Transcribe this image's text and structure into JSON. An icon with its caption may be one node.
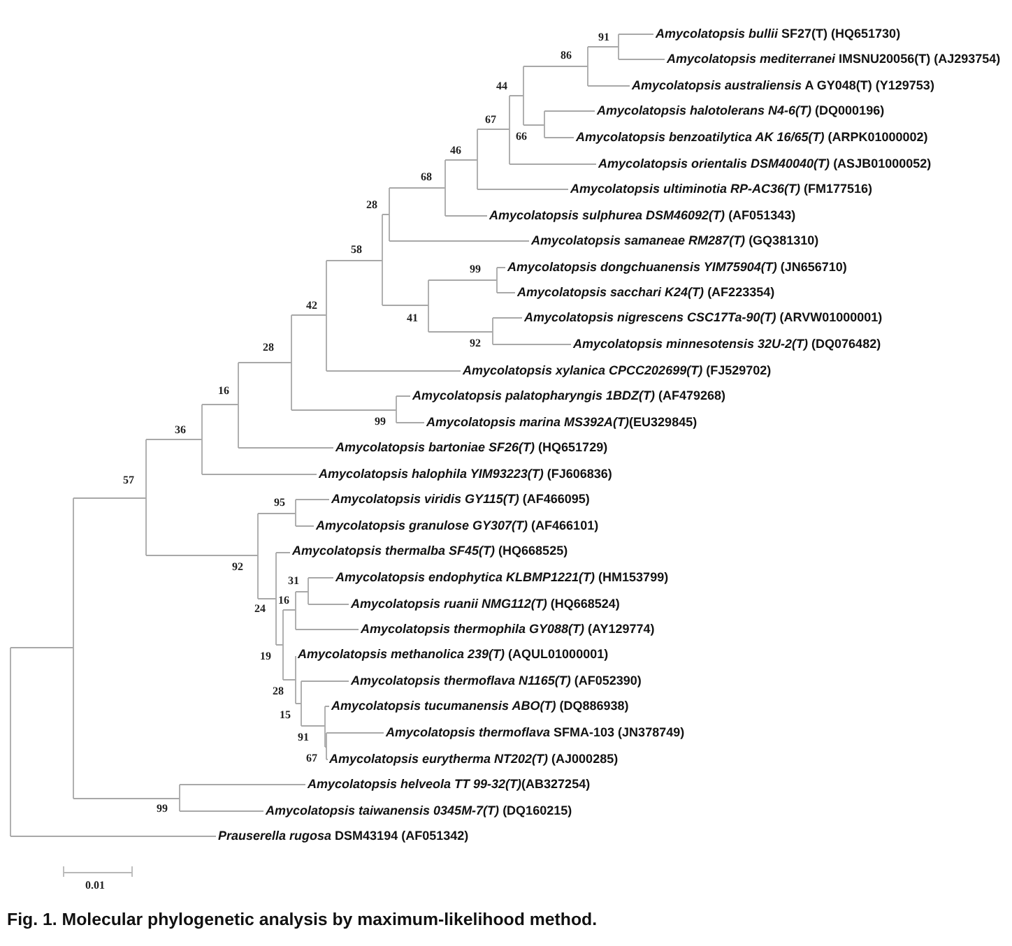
{
  "diagram": {
    "caption": "Fig. 1. Molecular phylogenetic analysis by maximum-likelihood method.",
    "labels": [
      "91",
      "*Amycolatopsis bullii* SF27(T) (HQ651730)",
      "86",
      "*Amycolatopsis mediterranei* IMSNU20056(T) (AJ293754)",
      "44",
      "*Amycolatopsis australiensis* A GY048(T) (Y129753)",
      "*Amycolatopsis halotolerans N4-6(T)* (DQ000196)",
      "67",
      "66",
      "*Amycolatopsis benzoatilytica AK 16/65(T)* (ARPK01000002)",
      "46",
      "*Amycolatopsis orientalis DSM40040(T)* (ASJB01000052)",
      "68",
      "*Amycolatopsis ultiminotia RP-AC36(T)* (FM177516)",
      "28",
      "*Amycolatopsis sulphurea DSM46092(T)* (AF051343)",
      "*Amycolatopsis samaneae RM287(T)* (GQ381310)",
      "58",
      "99",
      "*Amycolatopsis dongchuanensis YIM75904(T)* (JN656710)",
      "*Amycolatopsis sacchari K24(T)* (AF223354)",
      "42",
      "41",
      "*Amycolatopsis nigrescens CSC17Ta-90(T)* (ARVW01000001)",
      "92",
      "*Amycolatopsis minnesotensis 32U-2(T)* (DQ076482)",
      "28",
      "*Amycolatopsis xylanica CPCC202699(T)* (FJ529702)",
      "16",
      "*Amycolatopsis palatopharyngis 1BDZ(T)* (AF479268)",
      "99",
      "*Amycolatopsis marina MS392A(T)*(EU329845)",
      "36",
      "*Amycolatopsis bartoniae SF26(T)* (HQ651729)",
      "57",
      "*Amycolatopsis halophila YIM93223(T)* (FJ606836)",
      "95",
      "*Amycolatopsis viridis GY115(T)* (AF466095)",
      "*Amycolatopsis granulose GY307(T)* (AF466101)",
      "*Amycolatopsis thermalba SF45(T)* (HQ668525)",
      "92",
      "31",
      "*Amycolatopsis endophytica KLBMP1221(T)* (HM153799)",
      "16",
      "24",
      "*Amycolatopsis ruanii NMG112(T)* (HQ668524)",
      "*Amycolatopsis thermophila GY088(T)* (AY129774)",
      "19",
      "*Amycolatopsis methanolica 239(T)* (AQUL01000001)",
      "*Amycolatopsis thermoflava N1165(T)* (AF052390)",
      "28",
      "*Amycolatopsis tucumanensis ABO(T)* (DQ886938)",
      "15",
      "91",
      "*Amycolatopsis thermoflava* SFMA-103 (JN378749)",
      "67",
      "*Amycolatopsis eurytherma NT202(T)* (AJ000285)",
      "*Amycolatopsis helveola TT 99-32(T)*(AB327254)",
      "99",
      "*Amycolatopsis taiwanensis 0345M-7(T)* (DQ160215)",
      "*Prauserella rugosa* DSM43194 (AF051342)",
      "0.01"
    ]
  }
}
